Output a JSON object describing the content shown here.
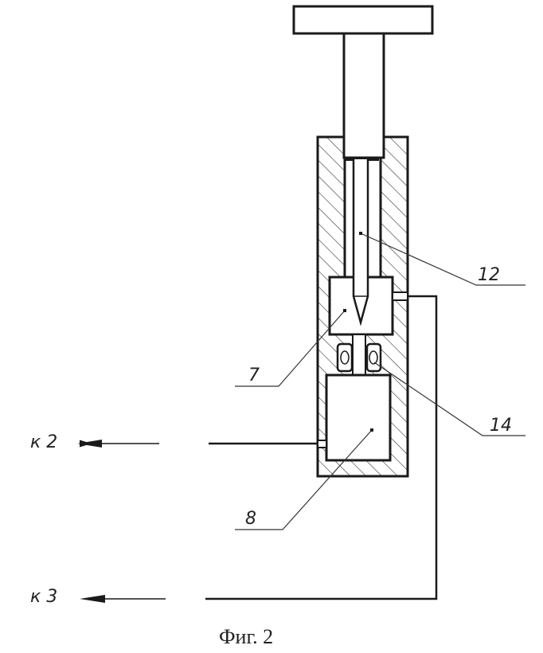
{
  "figure": {
    "caption": "Фиг. 2",
    "callouts": [
      {
        "id": "12",
        "label": "12"
      },
      {
        "id": "7",
        "label": "7"
      },
      {
        "id": "14",
        "label": "14"
      },
      {
        "id": "8",
        "label": "8"
      }
    ],
    "outputs": [
      {
        "id": "to-2",
        "label": "к 2"
      },
      {
        "id": "to-3",
        "label": "к 3"
      }
    ],
    "colors": {
      "ink": "#1a1a1a",
      "paper": "#ffffff"
    }
  }
}
